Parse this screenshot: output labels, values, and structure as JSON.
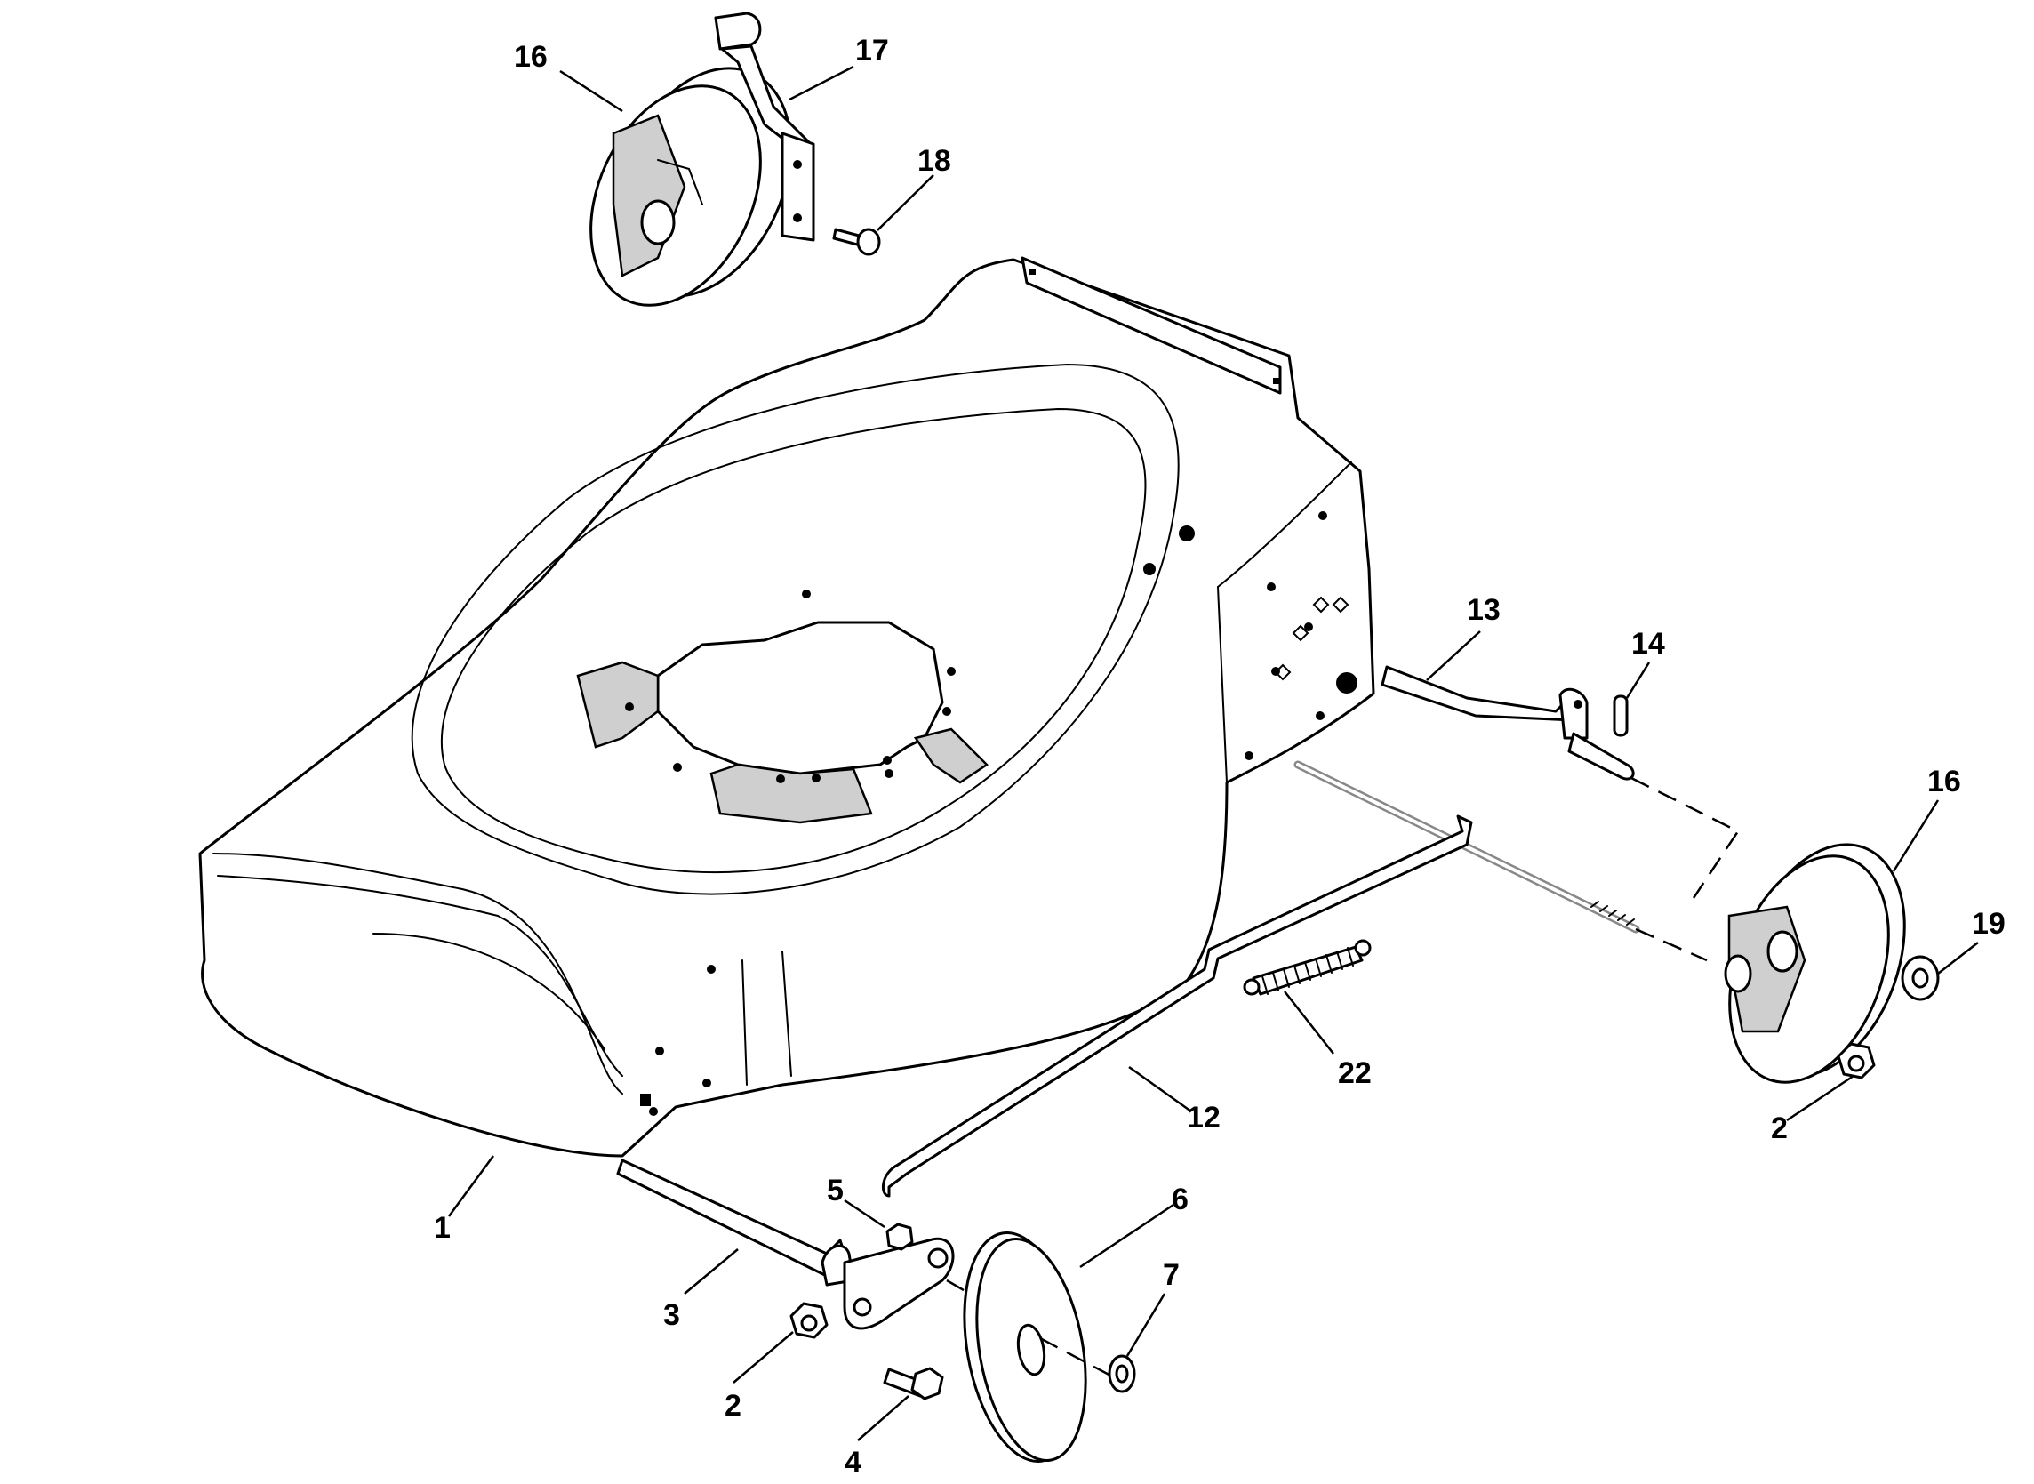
{
  "callouts": [
    {
      "id": "c1",
      "label": "1"
    },
    {
      "id": "c2a",
      "label": "2"
    },
    {
      "id": "c2b",
      "label": "2"
    },
    {
      "id": "c3",
      "label": "3"
    },
    {
      "id": "c4",
      "label": "4"
    },
    {
      "id": "c5",
      "label": "5"
    },
    {
      "id": "c6",
      "label": "6"
    },
    {
      "id": "c7",
      "label": "7"
    },
    {
      "id": "c12",
      "label": "12"
    },
    {
      "id": "c13",
      "label": "13"
    },
    {
      "id": "c14",
      "label": "14"
    },
    {
      "id": "c16a",
      "label": "16"
    },
    {
      "id": "c16b",
      "label": "16"
    },
    {
      "id": "c17",
      "label": "17"
    },
    {
      "id": "c18",
      "label": "18"
    },
    {
      "id": "c19",
      "label": "19"
    },
    {
      "id": "c22",
      "label": "22"
    }
  ],
  "colors": {
    "line": "#000000",
    "background": "#ffffff"
  }
}
